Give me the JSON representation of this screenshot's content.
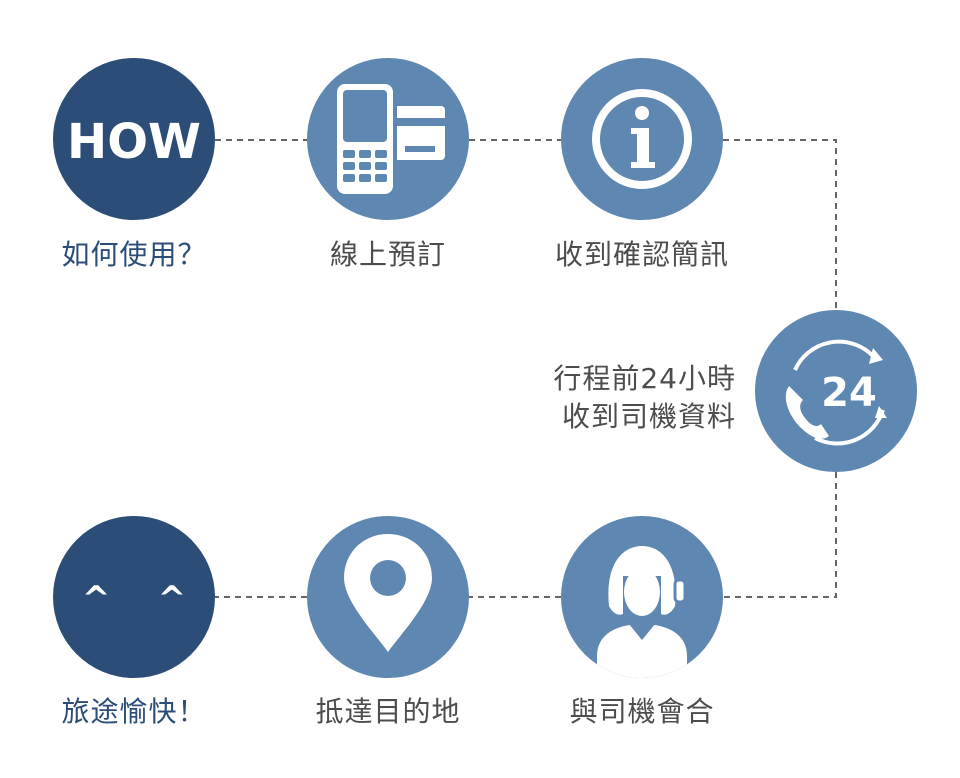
{
  "steps": [
    {
      "label": "如何使用？",
      "icon": "how-badge",
      "icon_text": "HOW"
    },
    {
      "label": "線上預訂",
      "icon": "phone-card-icon"
    },
    {
      "label": "收到確認簡訊",
      "icon": "info-icon",
      "icon_text": "i"
    },
    {
      "label_line1": "行程前24小時",
      "label_line2": "收到司機資料",
      "icon": "phone-24h-icon",
      "icon_text": "24"
    },
    {
      "label": "與司機會合",
      "icon": "customer-service-icon"
    },
    {
      "label": "抵達目的地",
      "icon": "map-pin-icon"
    },
    {
      "label": "旅途愉快！",
      "icon": "smile-icon",
      "icon_text": "^ ^"
    }
  ],
  "colors": {
    "dark_circle": "#2c4d78",
    "light_circle": "#5e87b1",
    "label_accent": "#2c4d78",
    "label_text": "#4d4d4d",
    "connector": "#666666"
  }
}
